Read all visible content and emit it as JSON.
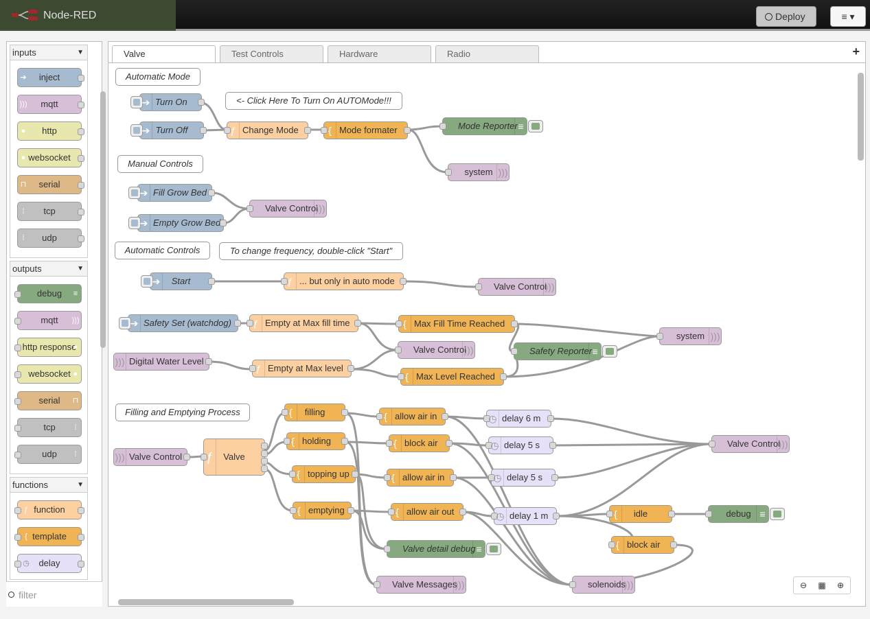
{
  "app": {
    "title": "Node-RED",
    "deploy_label": "Deploy",
    "menu_icon": "hamburger-icon"
  },
  "palette": {
    "filter_placeholder": "filter",
    "categories": [
      {
        "name": "inputs",
        "nodes": [
          "inject",
          "mqtt",
          "http",
          "websocket",
          "serial",
          "tcp",
          "udp"
        ]
      },
      {
        "name": "outputs",
        "nodes": [
          "debug",
          "mqtt",
          "http response",
          "websocket",
          "serial",
          "tcp",
          "udp"
        ]
      },
      {
        "name": "functions",
        "nodes": [
          "function",
          "template",
          "delay"
        ]
      }
    ]
  },
  "tabs": [
    "Valve",
    "Test Controls",
    "Hardware",
    "Radio"
  ],
  "active_tab": "Valve",
  "colors": {
    "inject": "#a6bbcf",
    "mqtt": "#d8bfd8",
    "function": "#fdd0a2",
    "template": "#f0b454",
    "debug": "#87a980",
    "delay": "#e6e0f8"
  },
  "flow": {
    "comments": {
      "c1": "Automatic Mode",
      "c2": "<- Click Here To Turn On AUTOMode!!!",
      "c3": "Manual Controls",
      "c4": "Automatic Controls",
      "c5": "To change frequency, double-click \"Start\"",
      "c6": "Filling and Emptying Process"
    },
    "nodes": {
      "n1": "Turn On",
      "n2": "Turn Off",
      "n3": "Change Mode",
      "n4": "Mode formater",
      "n5": "Mode Reporter",
      "n6": "system",
      "n7": "Fill Grow Bed",
      "n8": "Empty Grow Bed",
      "n9": "Valve Control",
      "n10": "Start",
      "n11": "... but only in auto mode",
      "n12": "Valve Control",
      "n13": "Safety Set (watchdog)",
      "n14": "Empty at Max fill time",
      "n15": "Max Fill Time Reached",
      "n16": "system",
      "n17": "Valve Control",
      "n18": "Safety Reporter",
      "n19": "Digital Water Level",
      "n20": "Empty at Max level",
      "n21": "Max Level Reached",
      "n22": "filling",
      "n23": "allow air in",
      "n24": "delay 6 m",
      "n25": "holding",
      "n26": "block air",
      "n27": "delay 5 s",
      "n28": "Valve Control",
      "n29": "Valve",
      "n30": "Valve Control",
      "n31": "topping up",
      "n32": "allow air in",
      "n33": "delay 5 s",
      "n34": "emptying",
      "n35": "allow air out",
      "n36": "delay 1 m",
      "n37": "idle",
      "n38": "debug",
      "n39": "Valve detail debug",
      "n40": "block air",
      "n41": "Valve Messages",
      "n42": "solenoids"
    }
  }
}
